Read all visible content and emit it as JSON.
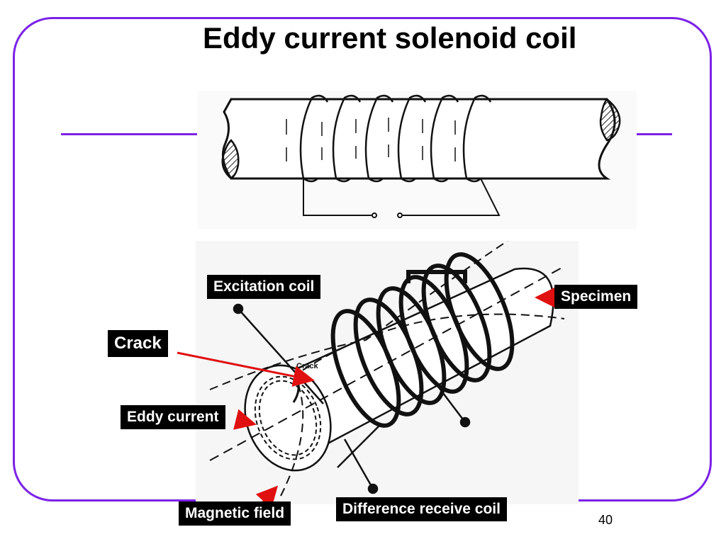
{
  "slide": {
    "title": "Eddy current solenoid coil",
    "page_number": "40"
  },
  "labels": {
    "excitation_coil": "Excitation coil",
    "specimen": "Specimen",
    "crack": "Crack",
    "eddy_current": "Eddy current",
    "magnetic_field": "Magnetic field",
    "difference_receive_coil": "Difference receive coil",
    "crack_inline": "Crack"
  },
  "colors": {
    "frame": "#7b22e6",
    "arrow": "#e01010",
    "label_bg": "#000000",
    "label_text": "#ffffff"
  }
}
